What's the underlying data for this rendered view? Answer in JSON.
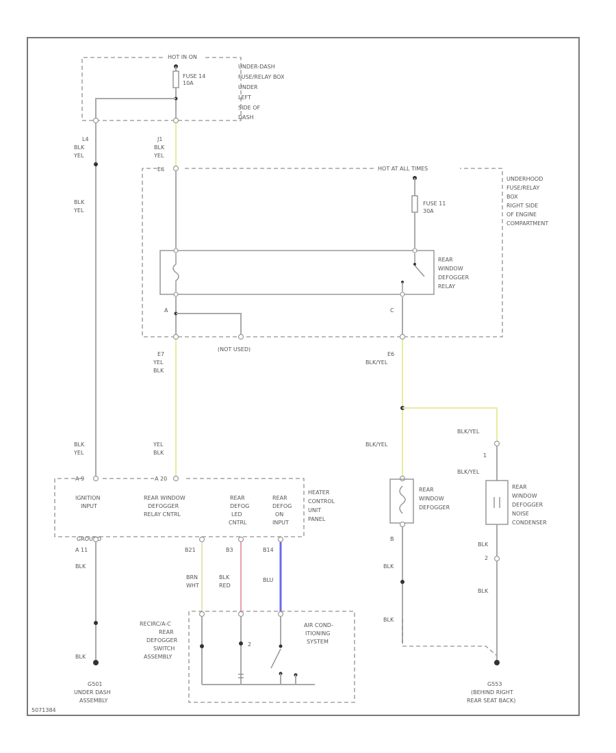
{
  "colors": {
    "wire_gray": "#a8a8a8",
    "wire_yellow": "#e8ec9c",
    "wire_red": "#e8a0a8",
    "wire_blue": "#6a6af0",
    "wire_beige": "#e6e2b4"
  },
  "fuse_box_left": {
    "hot_label": "HOT IN ON",
    "fuse_line1": "FUSE 14",
    "fuse_line2": "10A",
    "desc": [
      "UNDER-DASH",
      "FUSE/RELAY BOX",
      "UNDER",
      "LEFT",
      "SIDE OF",
      "DASH"
    ]
  },
  "fuse_box_right": {
    "hot_label": "HOT AT ALL TIMES",
    "fuse_line1": "FUSE 11",
    "fuse_line2": "30A",
    "desc": [
      "UNDERHOOD",
      "FUSE/RELAY",
      "BOX",
      "RIGHT SIDE",
      "OF ENGINE",
      "COMPARTMENT"
    ]
  },
  "relay": {
    "desc": [
      "REAR",
      "WINDOW",
      "DEFOGGER",
      "RELAY"
    ]
  },
  "connectors": {
    "c_l4": "L4",
    "c_j1": "J1",
    "c_e7": "E7",
    "c_e6": "E6",
    "c_a": "A",
    "c_c": "C",
    "c_a9": "A 9",
    "c_a20": "A 20",
    "c_a11": "A 11",
    "c_b21": "B21",
    "c_b3": "B3",
    "c_b14": "B14",
    "c_b": "B",
    "c_1": "1",
    "c_2": "2",
    "c_2b": "2"
  },
  "wire_colors": {
    "blk_yel": [
      "BLK",
      "YEL"
    ],
    "yel_blk": [
      "YEL",
      "BLK"
    ],
    "blk_yel_slash": "BLK/YEL",
    "blk": "BLK",
    "brn_wht": [
      "BRN",
      "WHT"
    ],
    "blk_red": [
      "BLK",
      "RED"
    ],
    "blu": "BLU"
  },
  "not_used": "(NOT USED)",
  "heater_panel": {
    "input1": [
      "IGNITION",
      "INPUT"
    ],
    "input2": [
      "REAR WINDOW",
      "DEFOGGER",
      "RELAY CNTRL"
    ],
    "input3": [
      "REAR",
      "DEFOG",
      "LED",
      "CNTRL"
    ],
    "input4": [
      "REAR",
      "DEFOG",
      "ON",
      "INPUT"
    ],
    "ground_label": "GROUND",
    "desc": [
      "HEATER",
      "CONTROL",
      "UNIT",
      "PANEL"
    ]
  },
  "switch_assembly": {
    "desc": [
      "RECIRC/A-C",
      "REAR",
      "DEFOGGER",
      "SWITCH",
      "ASSEMBLY"
    ],
    "ac_desc": [
      "AIR COND-",
      "ITIONING",
      "SYSTEM"
    ]
  },
  "defogger": {
    "desc": [
      "REAR",
      "WINDOW",
      "DEFOGGER"
    ]
  },
  "condenser": {
    "desc": [
      "REAR",
      "WINDOW",
      "DEFOGGER",
      "NOISE",
      "CONDENSER"
    ]
  },
  "ground_left": {
    "code": "G501",
    "desc": [
      "UNDER DASH",
      "ASSEMBLY"
    ]
  },
  "ground_right": {
    "code": "G553",
    "desc": [
      "(BEHIND RIGHT",
      "REAR SEAT BACK)"
    ]
  },
  "footer_code": "5071384"
}
